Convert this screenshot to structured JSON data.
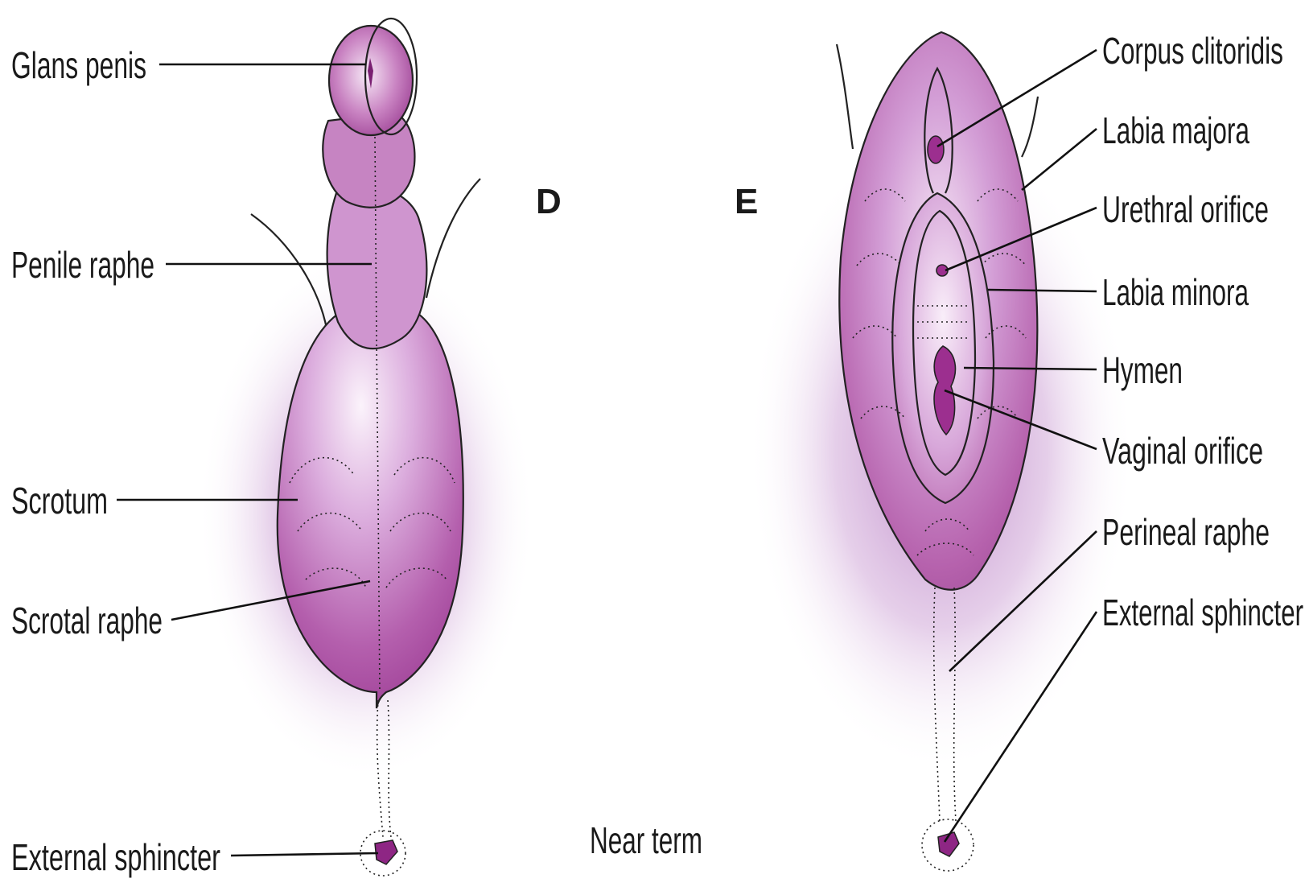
{
  "colors": {
    "tissue_light": "#f4e6f4",
    "tissue_mid": "#c77fc0",
    "tissue_dark": "#a4469b",
    "halo": "#c99ad0",
    "structure": "#9c2f8f"
  },
  "panels": {
    "male": {
      "letter": "D"
    },
    "female": {
      "letter": "E"
    }
  },
  "caption": "Near term",
  "male_labels": [
    "Glans penis",
    "Penile raphe",
    "Scrotum",
    "Scrotal raphe",
    "External sphincter"
  ],
  "female_labels": [
    "Corpus clitoridis",
    "Labia majora",
    "Urethral orifice",
    "Labia minora",
    "Hymen",
    "Vaginal orifice",
    "Perineal raphe",
    "External sphincter"
  ]
}
